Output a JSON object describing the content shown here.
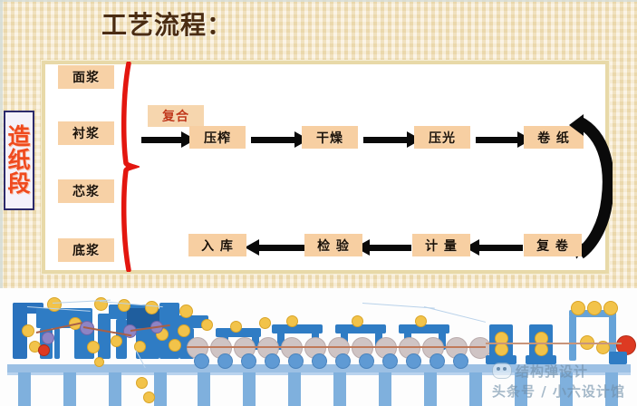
{
  "slide": {
    "title": "工艺流程：",
    "side_label_chars": [
      "造",
      "纸",
      "段"
    ],
    "colors": {
      "background": "#f3e3bd",
      "panel_border": "#e8d9a8",
      "box_fill": "#f7cfa2",
      "accent_red": "#ef4a1e",
      "title_brown": "#4a2c12",
      "note_red": "#c0391a",
      "machine_blue": "#2f7cc4"
    }
  },
  "flow": {
    "inputs": [
      {
        "label": "面浆"
      },
      {
        "label": "衬浆"
      },
      {
        "label": "芯浆"
      },
      {
        "label": "底浆"
      }
    ],
    "brace_note": "复合",
    "top_row": [
      {
        "label": "压榨"
      },
      {
        "label": "干燥"
      },
      {
        "label": "压光"
      },
      {
        "label": "卷 纸"
      }
    ],
    "bottom_row": [
      {
        "label": "复 卷"
      },
      {
        "label": "计 量"
      },
      {
        "label": "检 验"
      },
      {
        "label": "入 库"
      }
    ]
  },
  "watermark": {
    "line1": "结构弹设计",
    "line2": "头条号 / 小六设计馆"
  },
  "machine": {
    "caption": ""
  }
}
